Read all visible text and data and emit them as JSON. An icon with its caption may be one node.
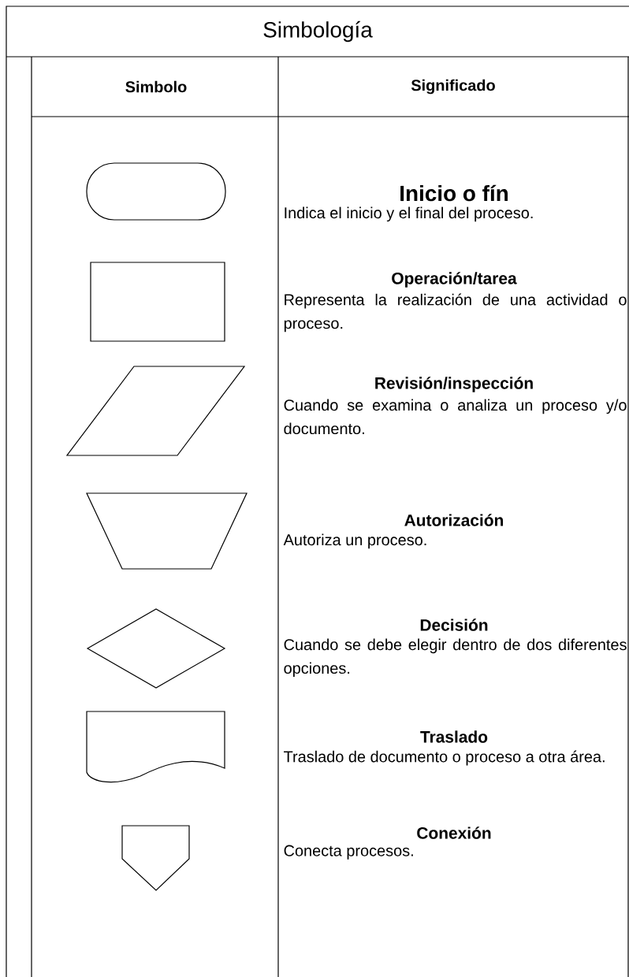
{
  "diagram": {
    "title": "Simbología",
    "nodes": [
      {
        "text": [],
        "shape": "terminal"
      },
      {
        "text": [],
        "shape": "box"
      },
      {
        "text": [],
        "shape": "parallelogram"
      },
      {
        "text": [],
        "shape": "trapezoid"
      },
      {
        "text": [],
        "shape": "diamond"
      },
      {
        "text": [],
        "shape": "document"
      },
      {
        "text": [],
        "shape": "connector"
      }
    ],
    "labels": [
      "Simbolo",
      "Significado",
      "Inicio o fín",
      "Indica el inicio y el final del proceso.",
      "Operación/tarea",
      "Representa la realización de una actividad o proceso.",
      "Revisión/inspección",
      "Cuando se examina o analiza un proceso y/o documento.",
      "Autorización",
      "Autoriza un proceso.",
      "Decisión",
      "Cuando se debe elegir dentro de dos diferentes opciones.",
      "Traslado",
      "Traslado de documento o proceso a otra área.",
      "Conexión",
      "Conecta procesos."
    ]
  }
}
